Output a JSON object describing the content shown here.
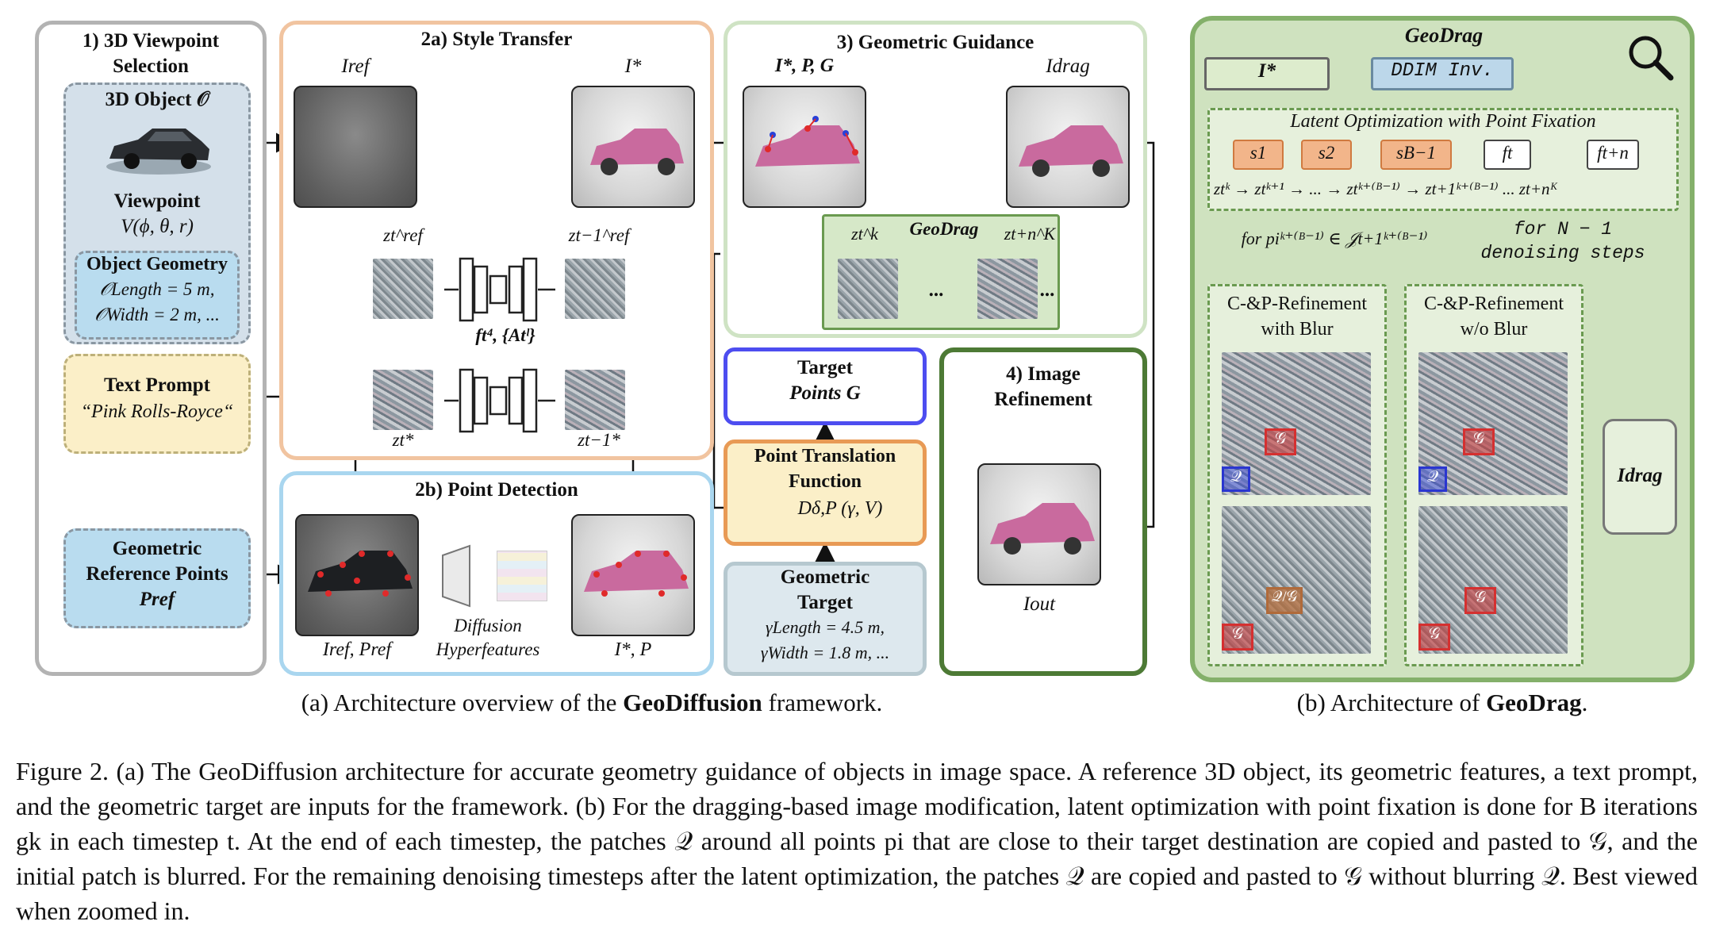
{
  "panel1": {
    "title": "1) 3D Viewpoint Selection",
    "object_label": "3D Object 𝒪",
    "viewpoint_label": "Viewpoint",
    "viewpoint_formula": "V(ϕ, θ, r)",
    "geometry_title": "Object Geometry",
    "geometry_line1": "𝒪Length = 5 m,",
    "geometry_line2": "𝒪Width = 2 m, ...",
    "text_prompt_title": "Text Prompt",
    "text_prompt_value": "“Pink Rolls-Royce“",
    "ref_points_line1": "Geometric",
    "ref_points_line2": "Reference Points",
    "ref_points_symbol": "Pref"
  },
  "panel2a": {
    "title": "2a) Style Transfer",
    "i_ref": "Iref",
    "i_star": "I*",
    "z_ref": "zt^ref",
    "z_ref_prev": "zt−1^ref",
    "z_star": "zt*",
    "z_star_prev": "zt−1*",
    "features": "ft⁴, {Atˡ}"
  },
  "panel2b": {
    "title": "2b) Point Detection",
    "left_label": "Iref, Pref",
    "middle_label_1": "Diffusion",
    "middle_label_2": "Hyperfeatures",
    "right_label": "I*, P"
  },
  "panel3": {
    "title": "3) Geometric Guidance",
    "left_label": "I*, P, G",
    "right_label": "Idrag",
    "geodrag_label": "GeoDrag",
    "zk": "zt^k",
    "zK": "zt+n^K",
    "dots": "..."
  },
  "target_points": {
    "line1": "Target",
    "line2": "Points G"
  },
  "point_translation": {
    "line1": "Point Translation",
    "line2": "Function",
    "formula": "Dδ,P (γ, V)"
  },
  "geometric_target": {
    "line1": "Geometric",
    "line2": "Target",
    "line3": "γLength = 4.5 m,",
    "line4": "γWidth = 1.8 m, ..."
  },
  "panel4": {
    "title_1": "4) Image",
    "title_2": "Refinement",
    "label": "Iout"
  },
  "geodrag_panel": {
    "title": "GeoDrag",
    "i_star": "I*",
    "ddim": "DDIM Inv.",
    "latent_title": "Latent Optimization with Point Fixation",
    "s1": "s1",
    "s2": "s2",
    "sB": "sB−1",
    "ft": "ft",
    "ftn": "ft+n",
    "chain": "ztᵏ → ztᵏ⁺¹ →   ...   → ztᵏ⁺⁽ᴮ⁻¹⁾ → zt+1ᵏ⁺⁽ᴮ⁻¹⁾ ...  zt+nᴷ",
    "for_p": "for piᵏ⁺⁽ᴮ⁻¹⁾ ∈ 𝒥t+1ᵏ⁺⁽ᴮ⁻¹⁾",
    "for_n_1": "for N − 1",
    "for_n_2": "denoising steps",
    "refine_blur_1": "C-&P-Refinement",
    "refine_blur_2": "with Blur",
    "refine_noblur_1": "C-&P-Refinement",
    "refine_noblur_2": "w/o Blur",
    "q": "𝒬",
    "g": "𝒢",
    "qg": "𝒬/𝒢",
    "out": "Idrag"
  },
  "subcaption_a_pre": "(a) Architecture overview of the ",
  "subcaption_a_bold": "GeoDiffusion",
  "subcaption_a_post": " framework.",
  "subcaption_b_pre": "(b) Architecture of ",
  "subcaption_b_bold": "GeoDrag",
  "subcaption_b_post": ".",
  "caption": "Figure 2. (a) The GeoDiffusion architecture for accurate geometry guidance of objects in image space. A reference 3D object, its geometric features, a text prompt, and the geometric target are inputs for the framework. (b) For the dragging-based image modification, latent optimization with point fixation is done for B iterations gk in each timestep t. At the end of each timestep, the patches 𝒬 around all points pi that are close to their target destination are copied and pasted to 𝒢, and the initial patch is blurred. For the remaining denoising timesteps after the latent optimization, the patches 𝒬 are copied and pasted to 𝒢 without blurring 𝒬. Best viewed when zoomed in.",
  "colors": {
    "panel1_border": "#b3b3b3",
    "panel2a_border": "#f1c4a0",
    "panel2b_border": "#a9d6ef",
    "panel3_border": "#cfe3c4",
    "panel4_border": "#4d7a35",
    "target_border": "#4d4df0",
    "translation_border": "#e89a55",
    "geotarget_border": "#b6c8cf",
    "geodrag_bg": "#cfe2bf",
    "geodrag_border": "#84b06a"
  }
}
